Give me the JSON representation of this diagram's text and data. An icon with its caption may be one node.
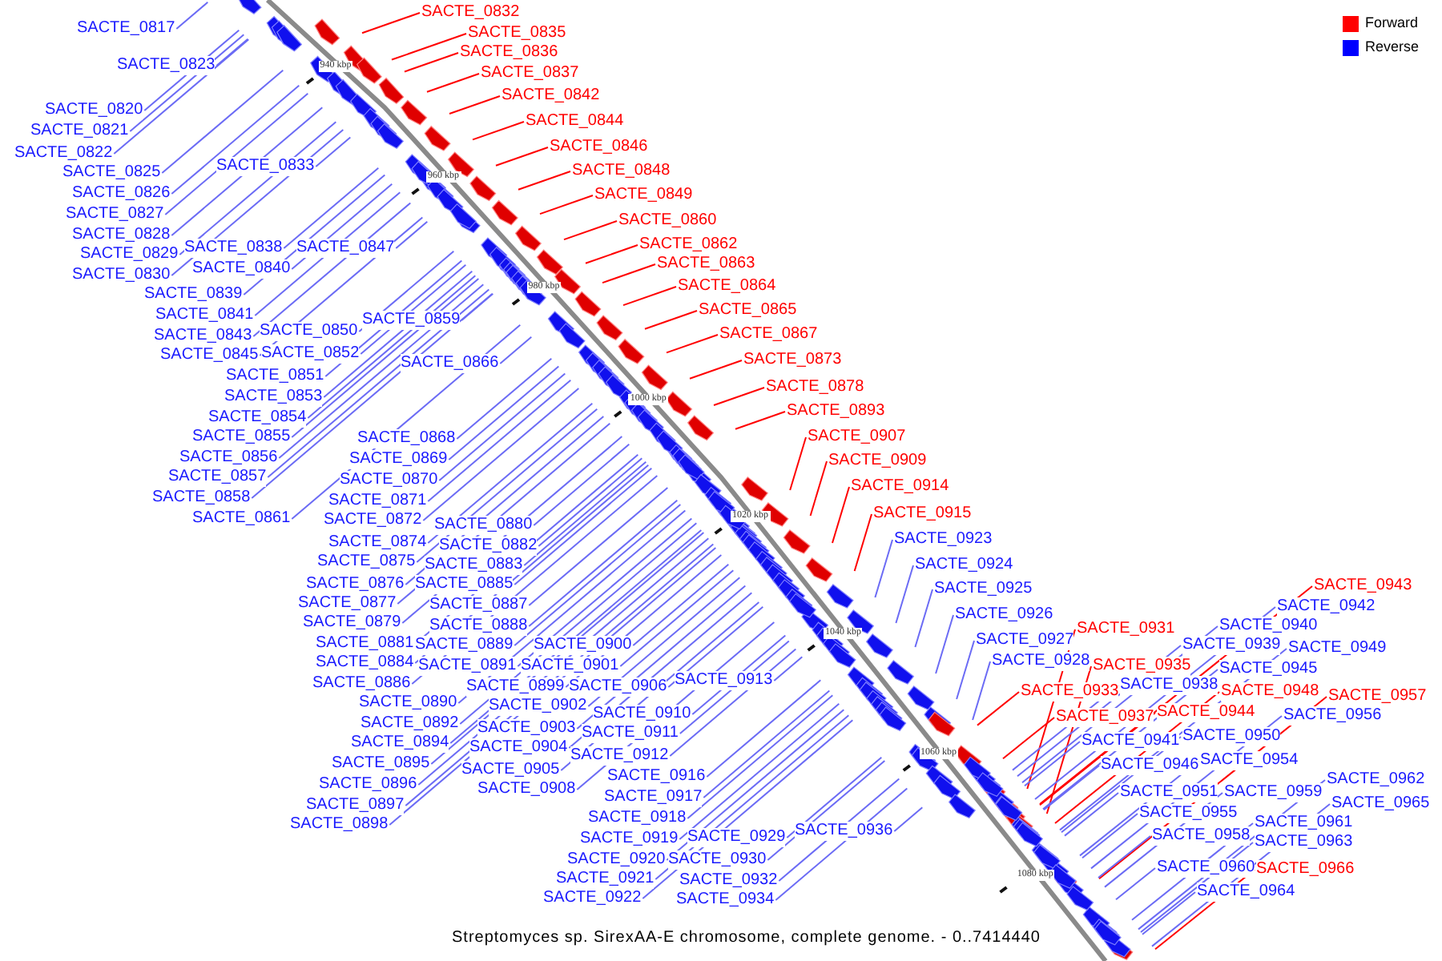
{
  "diagram": {
    "caption": "Streptomyces sp. SirexAA-E chromosome, complete genome. - 0..7414440",
    "nodes": [
      {
        "text": [
          "SACTE_0817"
        ]
      },
      {
        "text": [
          "SACTE_0823"
        ]
      },
      {
        "text": [
          "SACTE_0820"
        ]
      },
      {
        "text": [
          "SACTE_0821"
        ]
      },
      {
        "text": [
          "SACTE_0822"
        ]
      },
      {
        "text": [
          "SACTE_0825"
        ]
      },
      {
        "text": [
          "SACTE_0826"
        ]
      },
      {
        "text": [
          "SACTE_0827"
        ]
      },
      {
        "text": [
          "SACTE_0828"
        ]
      },
      {
        "text": [
          "SACTE_0829"
        ]
      },
      {
        "text": [
          "SACTE_0830"
        ]
      },
      {
        "text": [
          "SACTE_0833"
        ]
      },
      {
        "text": [
          "SACTE_0838"
        ]
      },
      {
        "text": [
          "SACTE_0840"
        ]
      },
      {
        "text": [
          "SACTE_0847"
        ]
      },
      {
        "text": [
          "SACTE_0839"
        ]
      },
      {
        "text": [
          "SACTE_0841"
        ]
      },
      {
        "text": [
          "SACTE_0843"
        ]
      },
      {
        "text": [
          "SACTE_0845"
        ]
      },
      {
        "text": [
          "SACTE_0850"
        ]
      },
      {
        "text": [
          "SACTE_0852"
        ]
      },
      {
        "text": [
          "SACTE_0859"
        ]
      },
      {
        "text": [
          "SACTE_0851"
        ]
      },
      {
        "text": [
          "SACTE_0853"
        ]
      },
      {
        "text": [
          "SACTE_0854"
        ]
      },
      {
        "text": [
          "SACTE_0855"
        ]
      },
      {
        "text": [
          "SACTE_0856"
        ]
      },
      {
        "text": [
          "SACTE_0857"
        ]
      },
      {
        "text": [
          "SACTE_0858"
        ]
      },
      {
        "text": [
          "SACTE_0861"
        ]
      },
      {
        "text": [
          "SACTE_0866"
        ]
      },
      {
        "text": [
          "SACTE_0868"
        ]
      },
      {
        "text": [
          "SACTE_0869"
        ]
      },
      {
        "text": [
          "SACTE_0870"
        ]
      },
      {
        "text": [
          "SACTE_0871"
        ]
      },
      {
        "text": [
          "SACTE_0872"
        ]
      },
      {
        "text": [
          "SACTE_0874"
        ]
      },
      {
        "text": [
          "SACTE_0875"
        ]
      },
      {
        "text": [
          "SACTE_0876"
        ]
      },
      {
        "text": [
          "SACTE_0877"
        ]
      },
      {
        "text": [
          "SACTE_0879"
        ]
      },
      {
        "text": [
          "SACTE_0881"
        ]
      },
      {
        "text": [
          "SACTE_0884"
        ]
      },
      {
        "text": [
          "SACTE_0886"
        ]
      },
      {
        "text": [
          "SACTE_0890"
        ]
      },
      {
        "text": [
          "SACTE_0892"
        ]
      },
      {
        "text": [
          "SACTE_0894"
        ]
      },
      {
        "text": [
          "SACTE_0895"
        ]
      },
      {
        "text": [
          "SACTE_0896"
        ]
      },
      {
        "text": [
          "SACTE_0897"
        ]
      },
      {
        "text": [
          "SACTE_0898"
        ]
      },
      {
        "text": [
          "SACTE_0880"
        ]
      },
      {
        "text": [
          "SACTE_0882"
        ]
      },
      {
        "text": [
          "SACTE_0883"
        ]
      },
      {
        "text": [
          "SACTE_0885"
        ]
      },
      {
        "text": [
          "SACTE_0887"
        ]
      },
      {
        "text": [
          "SACTE_0888"
        ]
      },
      {
        "text": [
          "SACTE_0889"
        ]
      },
      {
        "text": [
          "SACTE_0891"
        ]
      },
      {
        "text": [
          "SACTE_0899"
        ]
      },
      {
        "text": [
          "SACTE_0900"
        ]
      },
      {
        "text": [
          "SACTE_0901"
        ]
      },
      {
        "text": [
          "SACTE_0902"
        ]
      },
      {
        "text": [
          "SACTE_0903"
        ]
      },
      {
        "text": [
          "SACTE_0904"
        ]
      },
      {
        "text": [
          "SACTE_0905"
        ]
      },
      {
        "text": [
          "SACTE_0908"
        ]
      },
      {
        "text": [
          "SACTE_0906"
        ]
      },
      {
        "text": [
          "SACTE_0910"
        ]
      },
      {
        "text": [
          "SACTE_0911"
        ]
      },
      {
        "text": [
          "SACTE_0912"
        ]
      },
      {
        "text": [
          "SACTE_0913"
        ]
      },
      {
        "text": [
          "SACTE_0916"
        ]
      },
      {
        "text": [
          "SACTE_0917"
        ]
      },
      {
        "text": [
          "SACTE_0918"
        ]
      },
      {
        "text": [
          "SACTE_0919"
        ]
      },
      {
        "text": [
          "SACTE_0920"
        ]
      },
      {
        "text": [
          "SACTE_0921"
        ]
      },
      {
        "text": [
          "SACTE_0922"
        ]
      },
      {
        "text": [
          "SACTE_0929"
        ]
      },
      {
        "text": [
          "SACTE_0930"
        ]
      },
      {
        "text": [
          "SACTE_0932"
        ]
      },
      {
        "text": [
          "SACTE_0934"
        ]
      },
      {
        "text": [
          "SACTE_0936"
        ]
      },
      {
        "text": [
          "SACTE_0832"
        ]
      },
      {
        "text": [
          "SACTE_0835"
        ]
      },
      {
        "text": [
          "SACTE_0836"
        ]
      },
      {
        "text": [
          "SACTE_0837"
        ]
      },
      {
        "text": [
          "SACTE_0842"
        ]
      },
      {
        "text": [
          "SACTE_0844"
        ]
      },
      {
        "text": [
          "SACTE_0846"
        ]
      },
      {
        "text": [
          "SACTE_0848"
        ]
      },
      {
        "text": [
          "SACTE_0849"
        ]
      },
      {
        "text": [
          "SACTE_0860"
        ]
      },
      {
        "text": [
          "SACTE_0862"
        ]
      },
      {
        "text": [
          "SACTE_0863"
        ]
      },
      {
        "text": [
          "SACTE_0864"
        ]
      },
      {
        "text": [
          "SACTE_0865"
        ]
      },
      {
        "text": [
          "SACTE_0867"
        ]
      },
      {
        "text": [
          "SACTE_0873"
        ]
      },
      {
        "text": [
          "SACTE_0878"
        ]
      },
      {
        "text": [
          "SACTE_0893"
        ]
      },
      {
        "text": [
          "SACTE_0907"
        ]
      },
      {
        "text": [
          "SACTE_0909"
        ]
      },
      {
        "text": [
          "SACTE_0914"
        ]
      },
      {
        "text": [
          "SACTE_0915"
        ]
      },
      {
        "text": [
          "SACTE_0923"
        ]
      },
      {
        "text": [
          "SACTE_0924"
        ]
      },
      {
        "text": [
          "SACTE_0925"
        ]
      },
      {
        "text": [
          "SACTE_0926"
        ]
      },
      {
        "text": [
          "SACTE_0927"
        ]
      },
      {
        "text": [
          "SACTE_0928"
        ]
      },
      {
        "text": [
          "SACTE_0931"
        ]
      },
      {
        "text": [
          "SACTE_0935"
        ]
      },
      {
        "text": [
          "SACTE_0933"
        ]
      },
      {
        "text": [
          "SACTE_0937"
        ]
      },
      {
        "text": [
          "SACTE_0943"
        ]
      },
      {
        "text": [
          "SACTE_0944"
        ]
      },
      {
        "text": [
          "SACTE_0948"
        ]
      },
      {
        "text": [
          "SACTE_0957"
        ]
      },
      {
        "text": [
          "SACTE_0966"
        ]
      },
      {
        "text": [
          "SACTE_0942"
        ]
      },
      {
        "text": [
          "SACTE_0940"
        ]
      },
      {
        "text": [
          "SACTE_0939"
        ]
      },
      {
        "text": [
          "SACTE_0949"
        ]
      },
      {
        "text": [
          "SACTE_0945"
        ]
      },
      {
        "text": [
          "SACTE_0938"
        ]
      },
      {
        "text": [
          "SACTE_0956"
        ]
      },
      {
        "text": [
          "SACTE_0941"
        ]
      },
      {
        "text": [
          "SACTE_0950"
        ]
      },
      {
        "text": [
          "SACTE_0946"
        ]
      },
      {
        "text": [
          "SACTE_0954"
        ]
      },
      {
        "text": [
          "SACTE_0951"
        ]
      },
      {
        "text": [
          "SACTE_0959"
        ]
      },
      {
        "text": [
          "SACTE_0962"
        ]
      },
      {
        "text": [
          "SACTE_0965"
        ]
      },
      {
        "text": [
          "SACTE_0955"
        ]
      },
      {
        "text": [
          "SACTE_0961"
        ]
      },
      {
        "text": [
          "SACTE_0958"
        ]
      },
      {
        "text": [
          "SACTE_0963"
        ]
      },
      {
        "text": [
          "SACTE_0960"
        ]
      },
      {
        "text": [
          "SACTE_0964"
        ]
      }
    ],
    "edges": [
      {
        "from": 0,
        "to": null,
        "arrow": "none"
      },
      {
        "from": 1,
        "to": null,
        "arrow": "none"
      },
      {
        "from": 2,
        "to": null,
        "arrow": "none"
      },
      {
        "from": 3,
        "to": null,
        "arrow": "none"
      },
      {
        "from": 4,
        "to": null,
        "arrow": "none"
      },
      {
        "from": 5,
        "to": null,
        "arrow": "none"
      },
      {
        "from": 6,
        "to": null,
        "arrow": "none"
      },
      {
        "from": 7,
        "to": null,
        "arrow": "none"
      },
      {
        "from": 8,
        "to": null,
        "arrow": "none"
      },
      {
        "from": 9,
        "to": null,
        "arrow": "none"
      },
      {
        "from": 10,
        "to": null,
        "arrow": "none"
      },
      {
        "from": 11,
        "to": null,
        "arrow": "none"
      },
      {
        "from": 12,
        "to": null,
        "arrow": "none"
      },
      {
        "from": 13,
        "to": null,
        "arrow": "none"
      },
      {
        "from": 14,
        "to": null,
        "arrow": "none"
      },
      {
        "from": 15,
        "to": null,
        "arrow": "none"
      },
      {
        "from": 16,
        "to": null,
        "arrow": "none"
      },
      {
        "from": 17,
        "to": null,
        "arrow": "none"
      },
      {
        "from": 18,
        "to": null,
        "arrow": "none"
      },
      {
        "from": 19,
        "to": null,
        "arrow": "none"
      },
      {
        "from": 20,
        "to": null,
        "arrow": "none"
      },
      {
        "from": 21,
        "to": null,
        "arrow": "none"
      },
      {
        "from": 22,
        "to": null,
        "arrow": "none"
      },
      {
        "from": 23,
        "to": null,
        "arrow": "none"
      },
      {
        "from": 24,
        "to": null,
        "arrow": "none"
      },
      {
        "from": 25,
        "to": null,
        "arrow": "none"
      },
      {
        "from": 26,
        "to": null,
        "arrow": "none"
      },
      {
        "from": 27,
        "to": null,
        "arrow": "none"
      },
      {
        "from": 28,
        "to": null,
        "arrow": "none"
      },
      {
        "from": 29,
        "to": null,
        "arrow": "none"
      },
      {
        "from": 30,
        "to": null,
        "arrow": "none"
      },
      {
        "from": 31,
        "to": null,
        "arrow": "none"
      },
      {
        "from": 32,
        "to": null,
        "arrow": "none"
      },
      {
        "from": 33,
        "to": null,
        "arrow": "none"
      },
      {
        "from": 34,
        "to": null,
        "arrow": "none"
      },
      {
        "from": 35,
        "to": null,
        "arrow": "none"
      },
      {
        "from": 36,
        "to": null,
        "arrow": "none"
      },
      {
        "from": 37,
        "to": null,
        "arrow": "none"
      },
      {
        "from": 38,
        "to": null,
        "arrow": "none"
      },
      {
        "from": 39,
        "to": null,
        "arrow": "none"
      },
      {
        "from": 40,
        "to": null,
        "arrow": "none"
      },
      {
        "from": 41,
        "to": null,
        "arrow": "none"
      },
      {
        "from": 42,
        "to": null,
        "arrow": "none"
      },
      {
        "from": 43,
        "to": null,
        "arrow": "none"
      },
      {
        "from": 44,
        "to": null,
        "arrow": "none"
      },
      {
        "from": 45,
        "to": null,
        "arrow": "none"
      },
      {
        "from": 46,
        "to": null,
        "arrow": "none"
      },
      {
        "from": 47,
        "to": null,
        "arrow": "none"
      },
      {
        "from": 48,
        "to": null,
        "arrow": "none"
      },
      {
        "from": 49,
        "to": null,
        "arrow": "none"
      },
      {
        "from": 50,
        "to": null,
        "arrow": "none"
      },
      {
        "from": 51,
        "to": null,
        "arrow": "none"
      },
      {
        "from": 52,
        "to": null,
        "arrow": "none"
      },
      {
        "from": 53,
        "to": null,
        "arrow": "none"
      },
      {
        "from": 54,
        "to": null,
        "arrow": "none"
      },
      {
        "from": 55,
        "to": null,
        "arrow": "none"
      },
      {
        "from": 56,
        "to": null,
        "arrow": "none"
      },
      {
        "from": 57,
        "to": null,
        "arrow": "none"
      },
      {
        "from": 58,
        "to": null,
        "arrow": "none"
      },
      {
        "from": 59,
        "to": null,
        "arrow": "none"
      },
      {
        "from": 60,
        "to": null,
        "arrow": "none"
      },
      {
        "from": 61,
        "to": null,
        "arrow": "none"
      },
      {
        "from": 62,
        "to": null,
        "arrow": "none"
      },
      {
        "from": 63,
        "to": null,
        "arrow": "none"
      },
      {
        "from": 64,
        "to": null,
        "arrow": "none"
      },
      {
        "from": 65,
        "to": null,
        "arrow": "none"
      },
      {
        "from": 66,
        "to": null,
        "arrow": "none"
      },
      {
        "from": 67,
        "to": null,
        "arrow": "none"
      },
      {
        "from": 68,
        "to": null,
        "arrow": "none"
      },
      {
        "from": 69,
        "to": null,
        "arrow": "none"
      },
      {
        "from": 70,
        "to": null,
        "arrow": "none"
      },
      {
        "from": 71,
        "to": null,
        "arrow": "none"
      },
      {
        "from": 72,
        "to": null,
        "arrow": "none"
      },
      {
        "from": 73,
        "to": null,
        "arrow": "none"
      },
      {
        "from": 74,
        "to": null,
        "arrow": "none"
      },
      {
        "from": 75,
        "to": null,
        "arrow": "none"
      },
      {
        "from": 76,
        "to": null,
        "arrow": "none"
      },
      {
        "from": 77,
        "to": null,
        "arrow": "none"
      },
      {
        "from": 78,
        "to": null,
        "arrow": "none"
      },
      {
        "from": 79,
        "to": null,
        "arrow": "none"
      },
      {
        "from": 80,
        "to": null,
        "arrow": "none"
      },
      {
        "from": 81,
        "to": null,
        "arrow": "none"
      },
      {
        "from": 82,
        "to": null,
        "arrow": "none"
      },
      {
        "from": 83,
        "to": null,
        "arrow": "none"
      },
      {
        "from": 84,
        "to": null,
        "arrow": "none",
        "color": "#ff0000"
      },
      {
        "from": 85,
        "to": null,
        "arrow": "none",
        "color": "#ff0000"
      },
      {
        "from": 86,
        "to": null,
        "arrow": "none",
        "color": "#ff0000"
      },
      {
        "from": 87,
        "to": null,
        "arrow": "none",
        "color": "#ff0000"
      },
      {
        "from": 88,
        "to": null,
        "arrow": "none",
        "color": "#ff0000"
      },
      {
        "from": 89,
        "to": null,
        "arrow": "none",
        "color": "#ff0000"
      },
      {
        "from": 90,
        "to": null,
        "arrow": "none",
        "color": "#ff0000"
      },
      {
        "from": 91,
        "to": null,
        "arrow": "none",
        "color": "#ff0000"
      },
      {
        "from": 92,
        "to": null,
        "arrow": "none",
        "color": "#ff0000"
      },
      {
        "from": 93,
        "to": null,
        "arrow": "none",
        "color": "#ff0000"
      },
      {
        "from": 94,
        "to": null,
        "arrow": "none",
        "color": "#ff0000"
      },
      {
        "from": 95,
        "to": null,
        "arrow": "none",
        "color": "#ff0000"
      },
      {
        "from": 96,
        "to": null,
        "arrow": "none",
        "color": "#ff0000"
      },
      {
        "from": 97,
        "to": null,
        "arrow": "none",
        "color": "#ff0000"
      },
      {
        "from": 98,
        "to": null,
        "arrow": "none",
        "color": "#ff0000"
      },
      {
        "from": 99,
        "to": null,
        "arrow": "none",
        "color": "#ff0000"
      },
      {
        "from": 100,
        "to": null,
        "arrow": "none",
        "color": "#ff0000"
      },
      {
        "from": 101,
        "to": null,
        "arrow": "none",
        "color": "#ff0000"
      },
      {
        "from": 102,
        "to": null,
        "arrow": "none",
        "color": "#ff0000"
      },
      {
        "from": 103,
        "to": null,
        "arrow": "none",
        "color": "#ff0000"
      },
      {
        "from": 104,
        "to": null,
        "arrow": "none",
        "color": "#ff0000"
      },
      {
        "from": 105,
        "to": null,
        "arrow": "none",
        "color": "#ff0000"
      },
      {
        "from": 106,
        "to": null,
        "arrow": "none"
      },
      {
        "from": 107,
        "to": null,
        "arrow": "none"
      },
      {
        "from": 108,
        "to": null,
        "arrow": "none"
      },
      {
        "from": 109,
        "to": null,
        "arrow": "none"
      },
      {
        "from": 110,
        "to": null,
        "arrow": "none"
      },
      {
        "from": 111,
        "to": null,
        "arrow": "none"
      },
      {
        "from": 112,
        "to": null,
        "arrow": "none",
        "color": "#ff0000"
      },
      {
        "from": 113,
        "to": null,
        "arrow": "none",
        "color": "#ff0000"
      },
      {
        "from": 114,
        "to": null,
        "arrow": "none",
        "color": "#ff0000"
      },
      {
        "from": 115,
        "to": null,
        "arrow": "none",
        "color": "#ff0000"
      },
      {
        "from": 116,
        "to": null,
        "arrow": "none",
        "color": "#ff0000"
      },
      {
        "from": 117,
        "to": null,
        "arrow": "none",
        "color": "#ff0000"
      },
      {
        "from": 118,
        "to": null,
        "arrow": "none",
        "color": "#ff0000"
      },
      {
        "from": 119,
        "to": null,
        "arrow": "none",
        "color": "#ff0000"
      },
      {
        "from": 120,
        "to": null,
        "arrow": "none",
        "color": "#ff0000"
      },
      {
        "from": 121,
        "to": null,
        "arrow": "none"
      },
      {
        "from": 122,
        "to": null,
        "arrow": "none"
      },
      {
        "from": 123,
        "to": null,
        "arrow": "none"
      },
      {
        "from": 124,
        "to": null,
        "arrow": "none"
      },
      {
        "from": 125,
        "to": null,
        "arrow": "none"
      },
      {
        "from": 126,
        "to": null,
        "arrow": "none"
      },
      {
        "from": 127,
        "to": null,
        "arrow": "none"
      },
      {
        "from": 128,
        "to": null,
        "arrow": "none"
      },
      {
        "from": 129,
        "to": null,
        "arrow": "none"
      },
      {
        "from": 130,
        "to": null,
        "arrow": "none"
      },
      {
        "from": 131,
        "to": null,
        "arrow": "none"
      },
      {
        "from": 132,
        "to": null,
        "arrow": "none"
      },
      {
        "from": 133,
        "to": null,
        "arrow": "none"
      },
      {
        "from": 134,
        "to": null,
        "arrow": "none"
      },
      {
        "from": 135,
        "to": null,
        "arrow": "none"
      },
      {
        "from": 136,
        "to": null,
        "arrow": "none"
      },
      {
        "from": 137,
        "to": null,
        "arrow": "none"
      },
      {
        "from": 138,
        "to": null,
        "arrow": "none"
      },
      {
        "from": 139,
        "to": null,
        "arrow": "none"
      },
      {
        "from": 140,
        "to": null,
        "arrow": "none"
      },
      {
        "from": 141,
        "to": null,
        "arrow": "none"
      }
    ],
    "labels": [
      "940 kbp",
      "960 kbp",
      "980 kbp",
      "1000 kbp",
      "1020 kbp",
      "1040 kbp",
      "1060 kbp",
      "1080 kbp"
    ],
    "legend": [
      {
        "text": "Forward",
        "color": "#ff0000"
      },
      {
        "text": "Reverse",
        "color": "#0000ff"
      }
    ]
  }
}
